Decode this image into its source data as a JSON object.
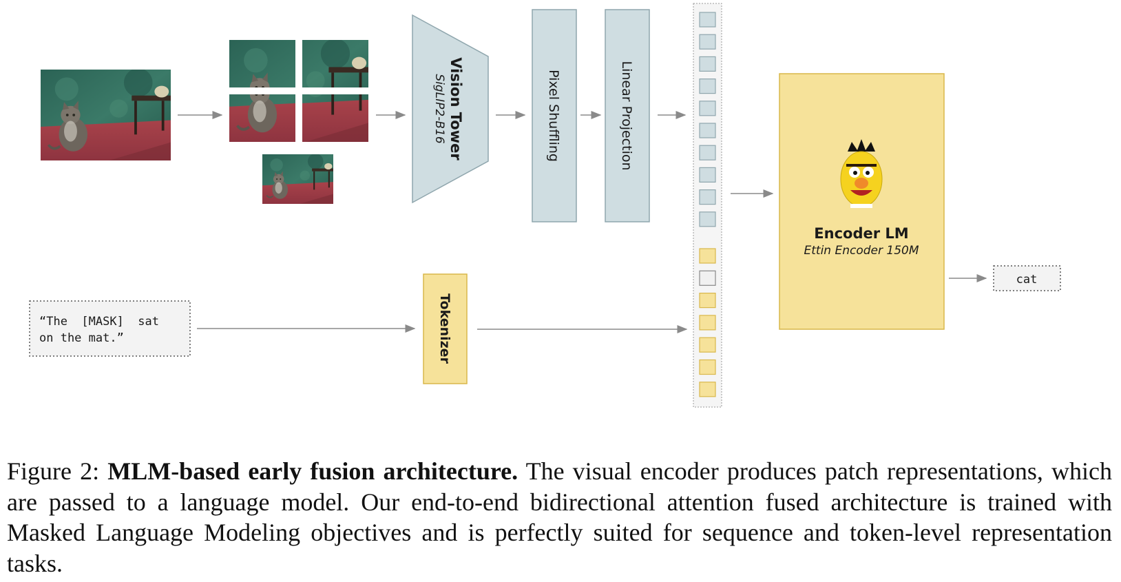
{
  "diagram": {
    "vision_tower": {
      "title": "Vision Tower",
      "subtitle": "SigLIP2-B16"
    },
    "pixel_shuffling": {
      "label": "Pixel Shuffling"
    },
    "linear_projection": {
      "label": "Linear Projection"
    },
    "tokenizer": {
      "label": "Tokenizer"
    },
    "input_text": {
      "line1": "“The  [MASK]  sat",
      "line2": "on the mat.”"
    },
    "encoder": {
      "title": "Encoder LM",
      "subtitle": "Ettin Encoder 150M"
    },
    "output": {
      "label": "cat"
    },
    "token_column": {
      "image_token_count": 10,
      "text_tokens": [
        "text",
        "mask",
        "text",
        "text",
        "text",
        "text",
        "text"
      ]
    },
    "colors": {
      "vision_fill": "#cfdde1",
      "vision_stroke": "#8fa6ad",
      "text_fill": "#f6e29a",
      "text_stroke": "#d9b74a",
      "mask_fill": "#f1f1f1",
      "arrow": "#8a8a8a",
      "painting_wall": "#2f6a5a",
      "painting_floor": "#b4474a"
    }
  },
  "caption": {
    "prefix": "Figure 2: ",
    "bold": "MLM-based early fusion architecture.",
    "text": " The visual encoder produces patch representations, which are passed to a language model. Our end-to-end bidirectional attention fused architecture is trained with Masked Language Modeling objectives and is perfectly suited for sequence and token-level representation tasks."
  }
}
